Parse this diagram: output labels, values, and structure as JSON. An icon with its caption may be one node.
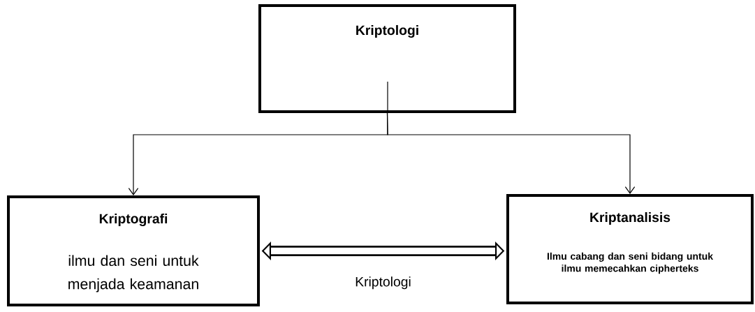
{
  "diagram": {
    "nodes": [
      {
        "text": [
          "Kriptologi"
        ]
      },
      {
        "text": [
          "Kriptografi",
          "ilmu dan seni untuk menjada keamanan"
        ]
      },
      {
        "text": [
          "Kriptanalisis",
          "Ilmu cabang dan seni bidang untuk ilmu memecahkan cipherteks"
        ]
      }
    ],
    "edges": [
      {
        "from": 0,
        "to": 1,
        "arrow": "to"
      },
      {
        "from": 0,
        "to": 2,
        "arrow": "to"
      },
      {
        "from": 1,
        "to": 2,
        "arrow": "both",
        "style": "thick",
        "label": "Kriptologi"
      }
    ]
  }
}
